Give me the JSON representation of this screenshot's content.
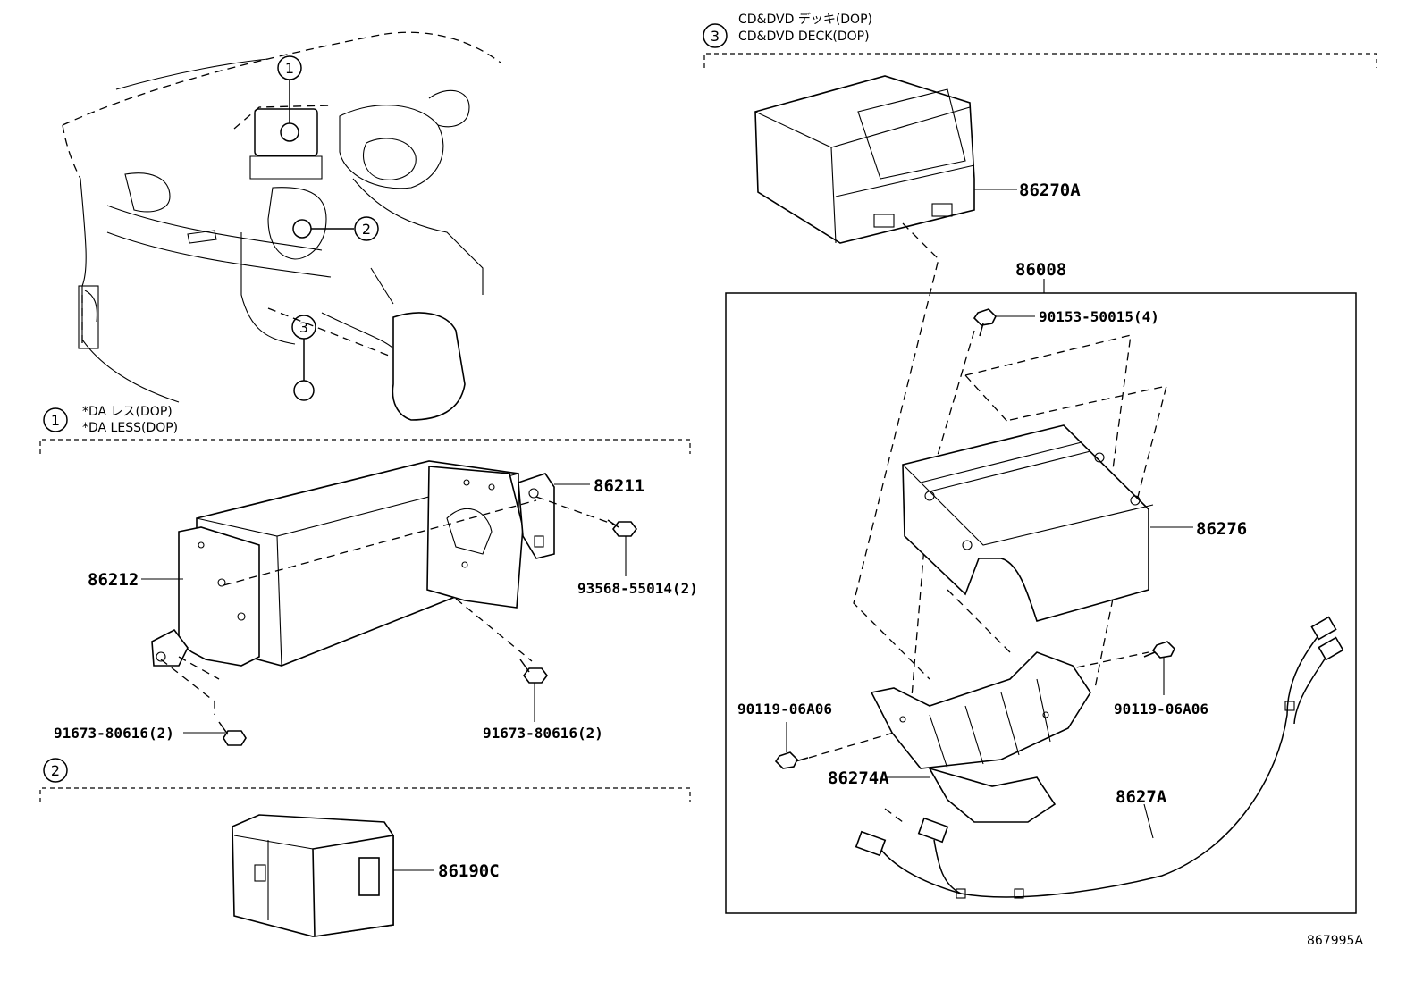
{
  "sections": {
    "s1": {
      "num": "1",
      "line1": "*DA レス(DOP)",
      "line2": "*DA LESS(DOP)"
    },
    "s2": {
      "num": "2"
    },
    "s3": {
      "num": "3",
      "line1": "CD&DVD デッキ(DOP)",
      "line2": "CD&DVD DECK(DOP)"
    }
  },
  "callouts": {
    "c1": "1",
    "c2": "2",
    "c3": "3"
  },
  "parts": {
    "p86211": "86211",
    "p86212": "86212",
    "p93568": "93568-55014(2)",
    "p91673a": "91673-80616(2)",
    "p91673b": "91673-80616(2)",
    "p86190c": "86190C",
    "p86270a": "86270A",
    "p86008": "86008",
    "p90153": "90153-50015(4)",
    "p86276": "86276",
    "p90119a": "90119-06A06",
    "p90119b": "90119-06A06",
    "p86274a": "86274A",
    "p8627a": "8627A"
  },
  "diagram_id": "867995A"
}
